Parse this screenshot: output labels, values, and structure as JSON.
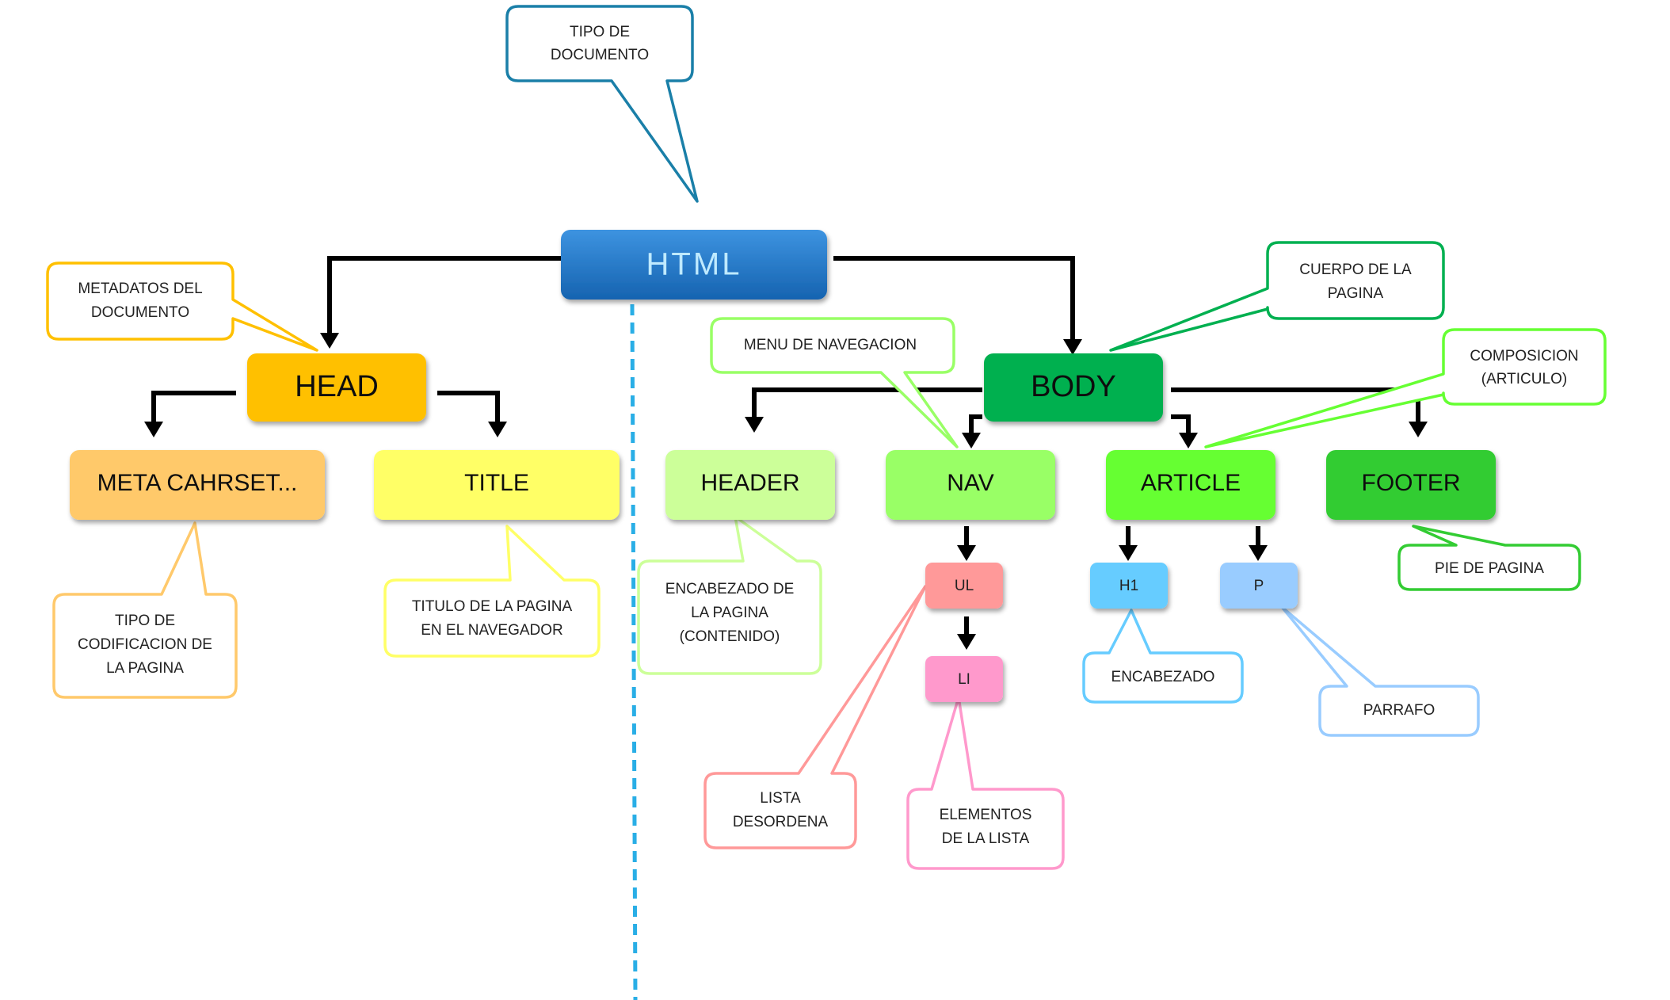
{
  "nodes": {
    "html": "HTML",
    "head": "HEAD",
    "body": "BODY",
    "meta": "META CAHRSET...",
    "title": "TITLE",
    "header": "HEADER",
    "nav": "NAV",
    "article": "ARTICLE",
    "footer": "FOOTER",
    "ul": "UL",
    "li": "LI",
    "h1": "H1",
    "p": "P"
  },
  "callouts": {
    "doctype": [
      "TIPO DE",
      "DOCUMENTO"
    ],
    "head_meta": [
      "METADATOS DEL",
      "DOCUMENTO"
    ],
    "charset": [
      "TIPO DE",
      "CODIFICACION DE",
      "LA PAGINA"
    ],
    "title": [
      "TITULO DE LA PAGINA",
      "EN EL NAVEGADOR"
    ],
    "nav": [
      "MENU DE NAVEGACION"
    ],
    "body": [
      "CUERPO DE LA",
      "PAGINA"
    ],
    "article": [
      "COMPOSICION",
      "(ARTICULO)"
    ],
    "header": [
      "ENCABEZADO DE",
      "LA PAGINA",
      "(CONTENIDO)"
    ],
    "footer": [
      "PIE DE PAGINA"
    ],
    "ul": [
      "LISTA",
      "DESORDENA"
    ],
    "li": [
      "ELEMENTOS",
      "DE LA LISTA"
    ],
    "h1": [
      "ENCABEZADO"
    ],
    "p": [
      "PARRAFO"
    ]
  },
  "colors": {
    "html": "#1c6fc0",
    "head": "#ffc000",
    "body": "#00b050",
    "meta": "#ffc96b",
    "title": "#ffff66",
    "header": "#ccff99",
    "nav": "#99ff66",
    "article": "#66ff33",
    "footer": "#33cc33",
    "ul": "#ff9999",
    "li": "#ff99cc",
    "h1": "#66ccff",
    "p": "#99ccff",
    "divider": "#29aee6"
  }
}
